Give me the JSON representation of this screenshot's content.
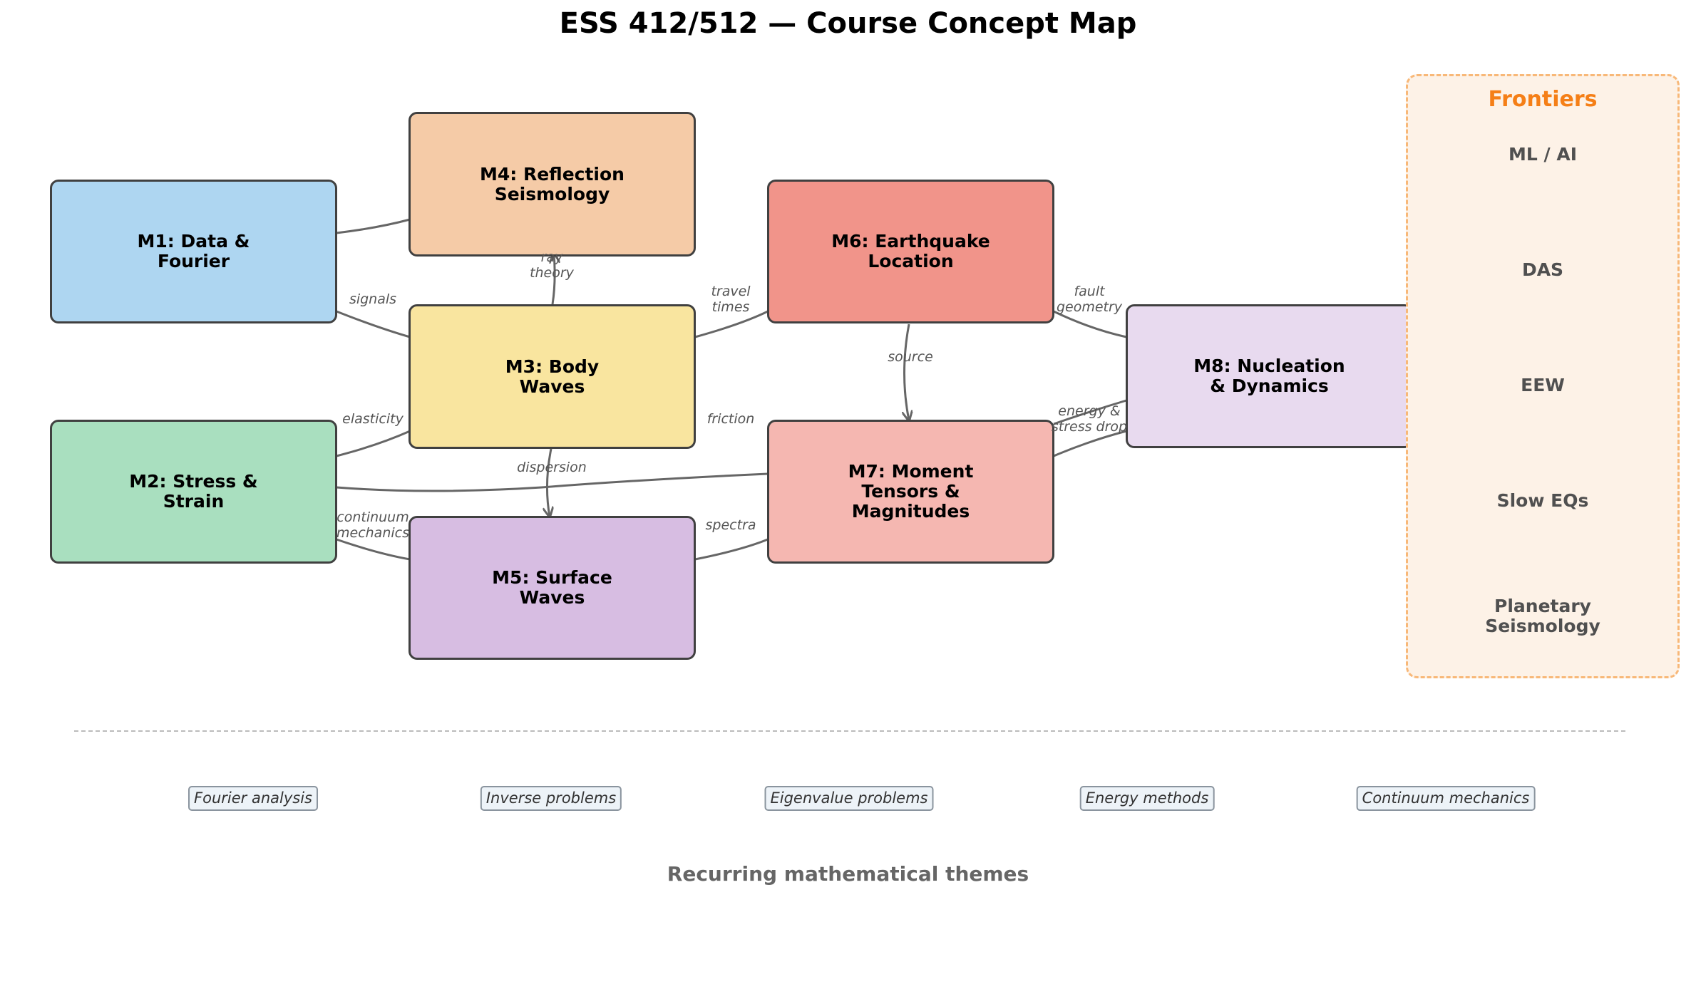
{
  "title": "ESS 412/512 — Course Concept Map",
  "nodes": {
    "m1": {
      "label": "M1: Data &\nFourier",
      "color": "#aed6f1"
    },
    "m2": {
      "label": "M2: Stress &\nStrain",
      "color": "#a9dfbf"
    },
    "m3": {
      "label": "M3: Body\nWaves",
      "color": "#f9e59f"
    },
    "m4": {
      "label": "M4: Reflection\nSeismology",
      "color": "#f5cba7"
    },
    "m5": {
      "label": "M5: Surface\nWaves",
      "color": "#d7bde2"
    },
    "m6": {
      "label": "M6: Earthquake\nLocation",
      "color": "#f1948a"
    },
    "m7": {
      "label": "M7: Moment\nTensors &\nMagnitudes",
      "color": "#f5b7b1"
    },
    "m8": {
      "label": "M8: Nucleation\n& Dynamics",
      "color": "#e8daef"
    }
  },
  "edge_labels": {
    "signals": "signals",
    "ray_theory": "ray\ntheory",
    "elasticity": "elasticity",
    "dispersion": "dispersion",
    "continuum_mechanics": "continuum\nmechanics",
    "travel_times": "travel\ntimes",
    "friction": "friction",
    "spectra": "spectra",
    "source": "source",
    "fault_geometry": "fault\ngeometry",
    "energy_stress_drop": "energy &\nstress drop"
  },
  "frontiers": {
    "title": "Frontiers",
    "items": [
      "ML / AI",
      "DAS",
      "EEW",
      "Slow EQs",
      "Planetary\nSeismology"
    ]
  },
  "themes": {
    "items": [
      "Fourier analysis",
      "Inverse problems",
      "Eigenvalue problems",
      "Energy methods",
      "Continuum mechanics"
    ],
    "caption": "Recurring mathematical themes"
  },
  "colors": {
    "edge": "#666666",
    "node_border": "#404040",
    "frontier_accent": "#f57f17",
    "frontier_border": "#f8b878",
    "frontier_fill": "#fdf2e7"
  }
}
